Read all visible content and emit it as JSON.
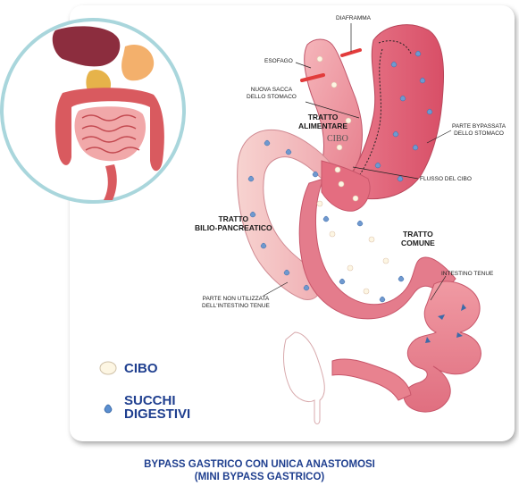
{
  "labels": {
    "diaframma": "DIAFRAMMA",
    "esofago": "ESOFAGO",
    "nuova_sacca": [
      "NUOVA SACCA",
      "DELLO STOMACO"
    ],
    "parte_bypassata": [
      "PARTE BYPASSATA",
      "DELLO STOMACO"
    ],
    "flusso_cibo": "FLUSSO DEL CIBO",
    "intestino_tenue": "INTESTINO TENUE",
    "parte_non_utilizzata": [
      "PARTE NON UTILIZZATA",
      "DELL'INTESTINO TENUE"
    ]
  },
  "region_labels": {
    "tratto_alimentare": [
      "TRATTO",
      "ALIMENTARE"
    ],
    "tratto_bilio": [
      "TRATTO",
      "BILIO-PANCREATICO"
    ],
    "tratto_comune": [
      "TRATTO",
      "COMUNE"
    ],
    "cibo_inline": "CIBO"
  },
  "legend": {
    "cibo": "CIBO",
    "succhi": [
      "SUCCHI",
      "DIGESTIVI"
    ]
  },
  "caption": [
    "BYPASS GASTRICO CON UNICA ANASTOMOSI",
    "(MINI BYPASS GASTRICO)"
  ],
  "colors": {
    "tissue_dark": "#d8566c",
    "tissue_light": "#f4c2c4",
    "caption_blue": "#1f3f8f",
    "droplet_blue": "#4a7fc0",
    "circle_border": "#a9d6dc"
  }
}
